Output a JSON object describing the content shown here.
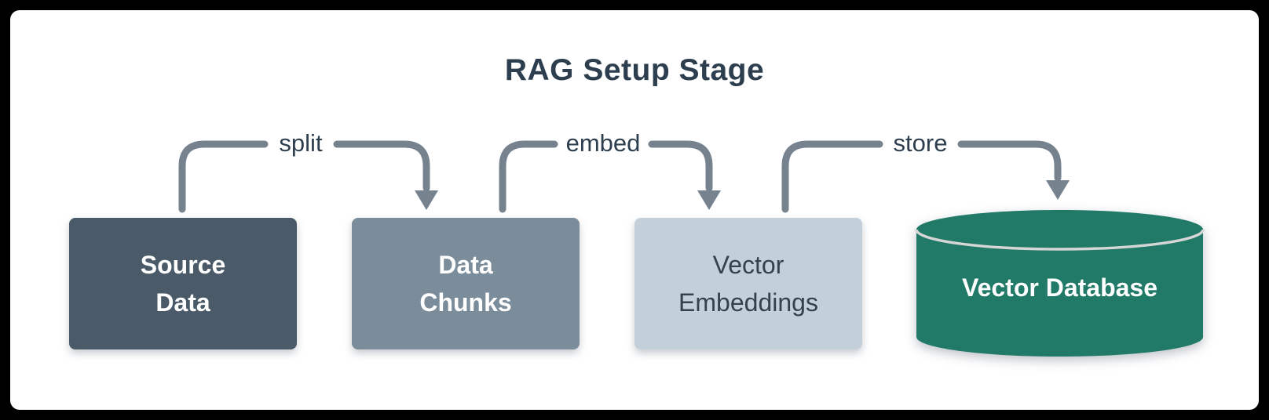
{
  "title": "RAG Setup Stage",
  "colors": {
    "frame-border": "#000000",
    "panel-bg": "#ffffff",
    "title-text": "#2d3e4e",
    "arrow": "#76838f",
    "node-source-bg": "#4a5a68",
    "node-chunks-bg": "#7b8c9b",
    "node-embeddings-bg": "#c4d0d9",
    "node-embeddings-text": "#33424e",
    "node-light-text": "#ffffff",
    "cylinder-bg": "#217a68",
    "cylinder-edge-line": "#d6d6d6"
  },
  "nodes": [
    {
      "id": "source-data",
      "shape": "rect",
      "line1": "Source",
      "line2": "Data"
    },
    {
      "id": "data-chunks",
      "shape": "rect",
      "line1": "Data",
      "line2": "Chunks"
    },
    {
      "id": "vector-embeddings",
      "shape": "rect",
      "line1": "Vector",
      "line2": "Embeddings"
    },
    {
      "id": "vector-database",
      "shape": "cylinder",
      "line1": "Vector Database"
    }
  ],
  "edges": [
    {
      "from": "source-data",
      "to": "data-chunks",
      "label": "split"
    },
    {
      "from": "data-chunks",
      "to": "vector-embeddings",
      "label": "embed"
    },
    {
      "from": "vector-embeddings",
      "to": "vector-database",
      "label": "store"
    }
  ]
}
